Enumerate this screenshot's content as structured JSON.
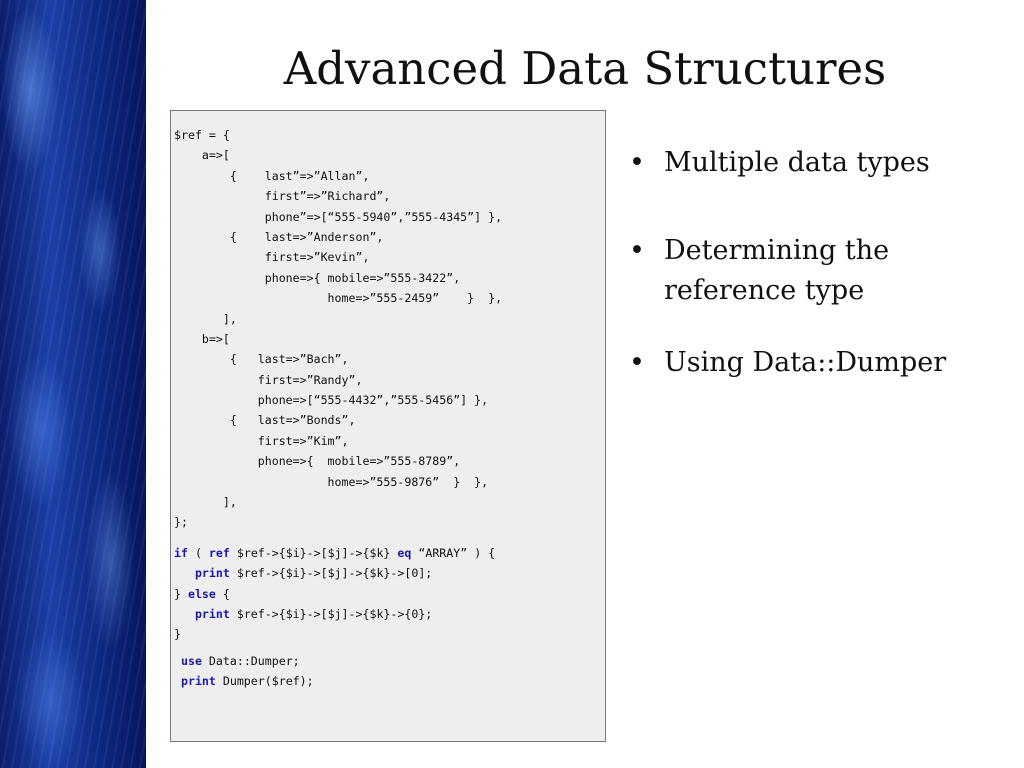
{
  "slide": {
    "title": "Advanced Data Structures",
    "code": {
      "data_lines": [
        "$ref = {",
        "    a=>[",
        "        {    last”=>”Allan”,",
        "             first”=>”Richard”,",
        "             phone”=>[“555-5940”,”555-4345”] },",
        "        {    last=>”Anderson”,",
        "             first=>”Kevin”,",
        "             phone=>{ mobile=>”555-3422”,",
        "                      home=>”555-2459”    }  },",
        "       ],",
        "    b=>[",
        "        {   last=>”Bach”,",
        "            first=>”Randy”,",
        "            phone=>[“555-4432”,”555-5456”] },",
        "        {   last=>”Bonds”,",
        "            first=>”Kim”,",
        "            phone=>{  mobile=>”555-8789”,",
        "                      home=>”555-9876”  }  },",
        "       ],",
        "};"
      ],
      "logic_lines": [
        [
          {
            "t": "if",
            "kw": true
          },
          {
            "t": " ( "
          },
          {
            "t": "ref",
            "kw": true
          },
          {
            "t": " $ref->{$i}->[$j]->{$k} "
          },
          {
            "t": "eq",
            "kw": true
          },
          {
            "t": " “ARRAY” ) {"
          }
        ],
        [
          {
            "t": "   "
          },
          {
            "t": "print",
            "kw": true
          },
          {
            "t": " $ref->{$i}->[$j]->{$k}->[0];"
          }
        ],
        [
          {
            "t": "} "
          },
          {
            "t": "else",
            "kw": true
          },
          {
            "t": " {"
          }
        ],
        [
          {
            "t": "   "
          },
          {
            "t": "print",
            "kw": true
          },
          {
            "t": " $ref->{$i}->[$j]->{$k}->{0};"
          }
        ],
        [
          {
            "t": "}"
          }
        ]
      ],
      "dumper_lines": [
        [
          {
            "t": " "
          },
          {
            "t": "use",
            "kw": true
          },
          {
            "t": " Data::Dumper;"
          }
        ],
        [
          {
            "t": " "
          },
          {
            "t": "print",
            "kw": true
          },
          {
            "t": " Dumper($ref);"
          }
        ]
      ]
    },
    "bullets": [
      "Multiple data types",
      "Determining the reference type",
      "Using Data::Dumper"
    ]
  },
  "colors": {
    "keyword": "#1a1aa6",
    "sidebar": "#1b3fa8",
    "code_background": "#eeeeee"
  }
}
